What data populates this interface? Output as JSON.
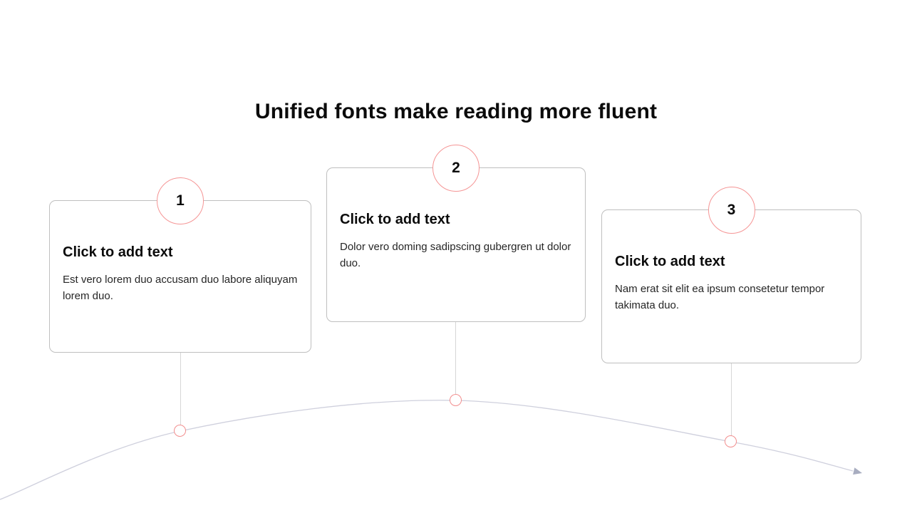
{
  "slide": {
    "title": "Unified fonts make reading more fluent",
    "steps": [
      {
        "number": "1",
        "heading": "Click to add text",
        "body": "Est vero lorem duo accusam duo labore aliquyam lorem duo."
      },
      {
        "number": "2",
        "heading": "Click to add text",
        "body": "Dolor vero doming sadipscing gubergren ut dolor duo."
      },
      {
        "number": "3",
        "heading": "Click to add text",
        "body": "Nam erat sit elit ea ipsum consetetur tempor takimata duo."
      }
    ],
    "colors": {
      "accent_circle_border": "#F28E8E",
      "card_border": "#BFBFBF",
      "connector_line": "#D6D6D6",
      "arc_line": "#CFD0DD",
      "arrowhead": "#A8ADC0",
      "title_text": "#0B0B0B",
      "body_text": "#262626",
      "background": "#FFFFFF"
    }
  }
}
